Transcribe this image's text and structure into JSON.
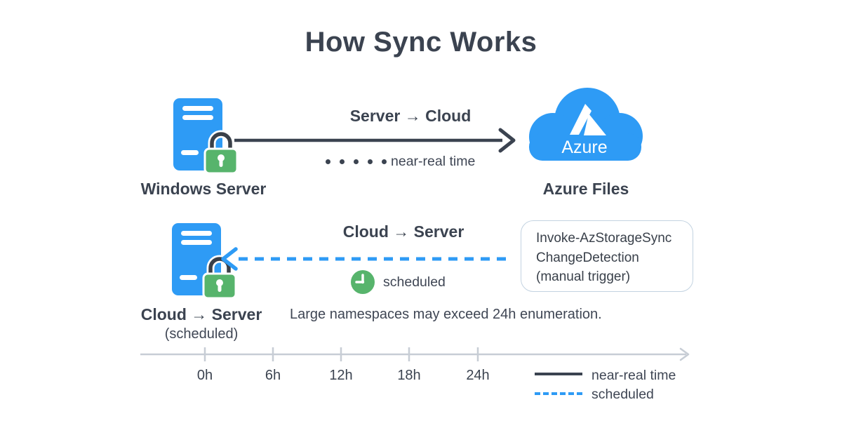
{
  "title": "How Sync Works",
  "sync_up": {
    "source_label": "Windows Server",
    "direction_label": "Server → Cloud",
    "mode_label": "near-real time",
    "cloud_logo_text": "Azure",
    "target_label": "Azure Files"
  },
  "sync_down": {
    "direction_label": "Cloud → Server",
    "mode_label": "scheduled",
    "server_label": "Cloud → Server",
    "server_sublabel": "(scheduled)",
    "command": {
      "line1": "Invoke-AzStorageSync",
      "line2": "ChangeDetection",
      "line3": "(manual trigger)"
    },
    "note": "Large namespaces may exceed 24h enumeration."
  },
  "timeline": {
    "ticks": [
      "0h",
      "6h",
      "12h",
      "18h",
      "24h"
    ]
  },
  "legend": {
    "near_real_time": "near-real time",
    "scheduled": "scheduled"
  },
  "icons": {
    "server": "server-tower-with-lock",
    "lock": "padlock",
    "cloud": "azure-cloud",
    "clock": "clock"
  },
  "colors": {
    "accent_blue": "#2e9bf5",
    "accent_green": "#57b46c",
    "text_dark": "#3b4350",
    "timeline_gray": "#c7cdd5",
    "box_border": "#c3d3e1",
    "background": "#ffffff"
  }
}
